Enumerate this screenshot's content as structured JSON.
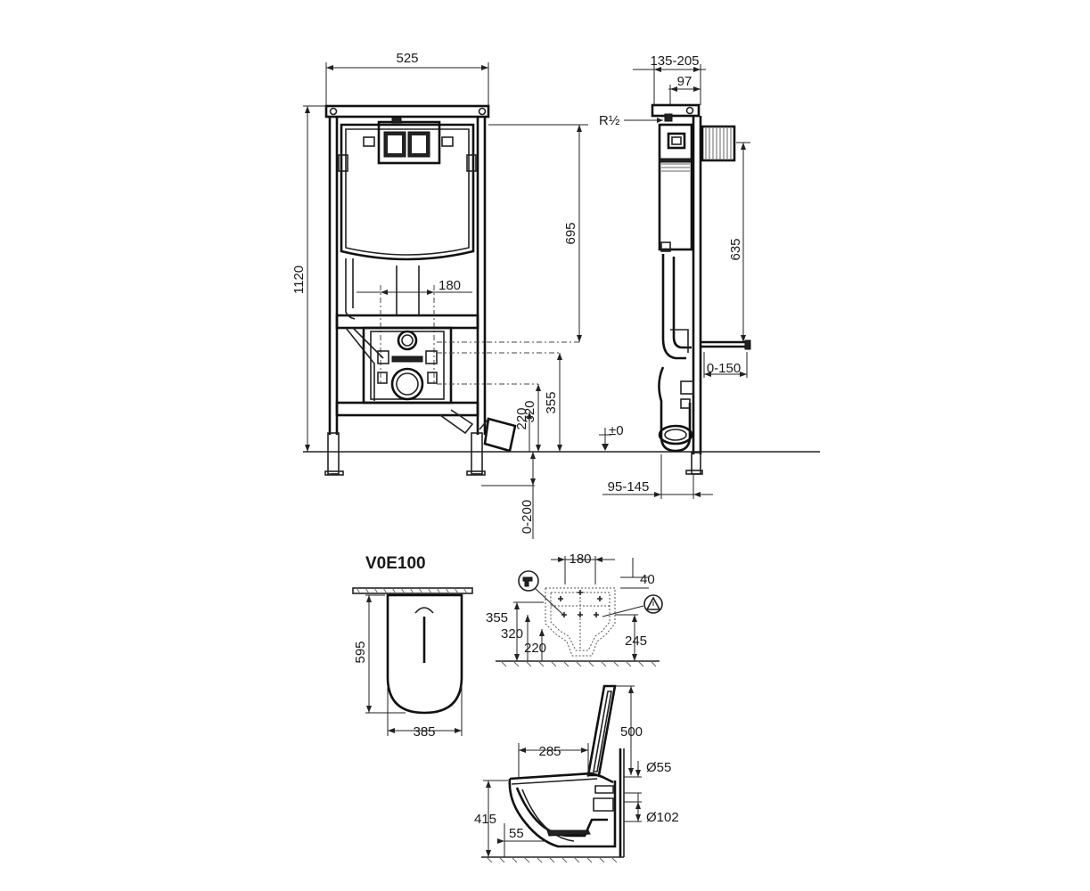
{
  "front_view": {
    "width": "525",
    "height": "1120",
    "tank_height": "695",
    "offset": "180",
    "height_355": "355",
    "height_320": "320",
    "height_220": "220",
    "range": "0-200"
  },
  "side_view": {
    "depth_range": "135-205",
    "depth": "97",
    "thread": "R½",
    "height_635": "635",
    "range_0_150": "0-150",
    "zero_level": "±0",
    "range_95_145": "95-145"
  },
  "model": {
    "label": "V0E100"
  },
  "top_view": {
    "length": "595",
    "width": "385"
  },
  "wall_view": {
    "spacing": "180",
    "top": "40",
    "h355": "355",
    "h320": "320",
    "h220": "220",
    "h245": "245"
  },
  "bowl_side": {
    "lid_height": "500",
    "depth": "285",
    "d55": "Ø55",
    "height": "415",
    "d102": "Ø102",
    "bottom": "55"
  }
}
